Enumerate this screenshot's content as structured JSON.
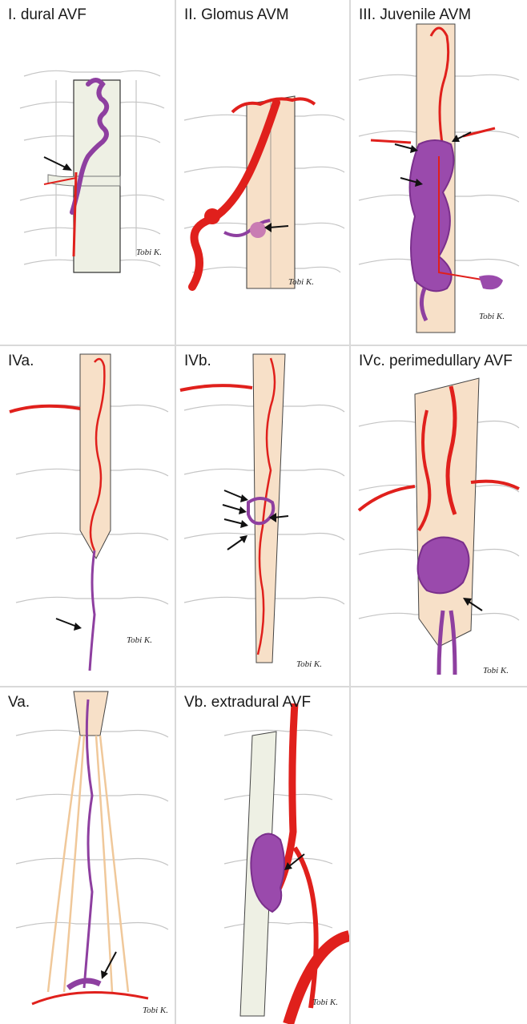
{
  "panels": [
    {
      "label": "I. dural AVF"
    },
    {
      "label": "II. Glomus AVM"
    },
    {
      "label": "III. Juvenile AVM"
    },
    {
      "label": "IVa."
    },
    {
      "label": "IVb."
    },
    {
      "label": "IVc. perimedullary AVF"
    },
    {
      "label": "Va."
    },
    {
      "label": "Vb. extradural AVF"
    }
  ],
  "signature": "Tobi K.",
  "colors": {
    "artery": "#e0201c",
    "vein": "#8e3fa0",
    "cord_light": "#f7e0c8",
    "cord_grey": "#eef0e4",
    "bone_line": "#bdbdbd",
    "arrow": "#111111"
  }
}
